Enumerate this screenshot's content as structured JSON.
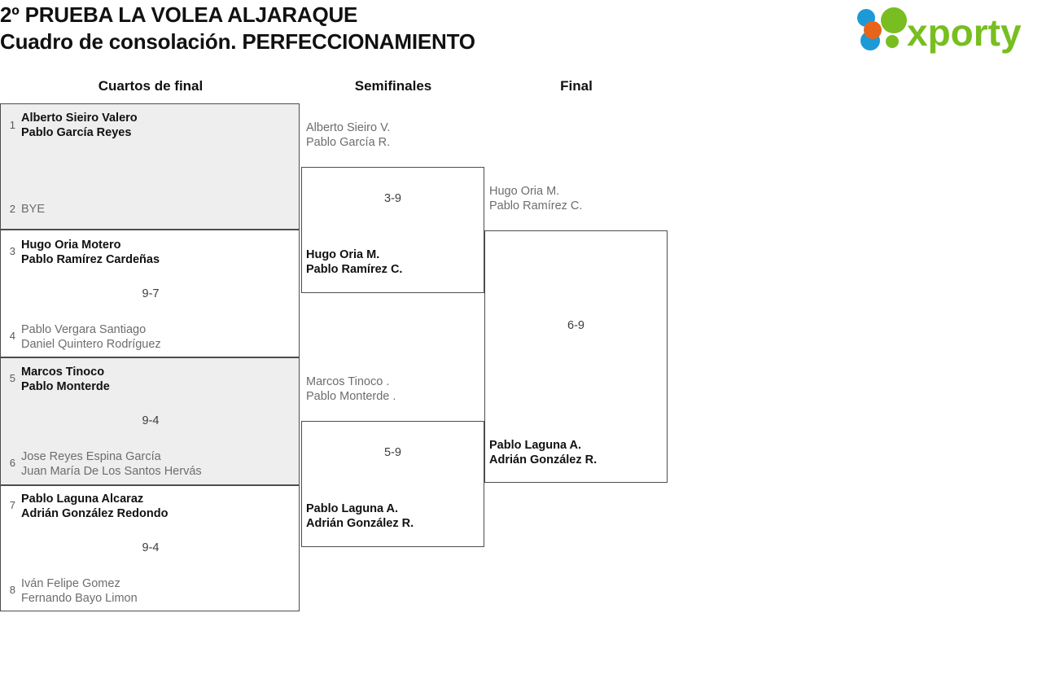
{
  "header": {
    "title_line_1": "2º PRUEBA LA VOLEA ALJARAQUE",
    "title_line_2": "Cuadro de consolación. PERFECCIONAMIENTO",
    "brand": "xporty",
    "brand_colors": {
      "green": "#78be20",
      "blue": "#1b9ad6",
      "orange": "#e8641a"
    }
  },
  "rounds": {
    "quarterfinals_label": "Cuartos de final",
    "semifinals_label": "Semifinales",
    "final_label": "Final"
  },
  "quarterfinals": [
    {
      "seed_top": "1",
      "top_line_1": "Alberto Sieiro Valero",
      "top_line_2": "Pablo García Reyes",
      "seed_bottom": "2",
      "bottom_line_1": "BYE",
      "bottom_line_2": "",
      "score": "",
      "winner": "top",
      "shaded": true
    },
    {
      "seed_top": "3",
      "top_line_1": "Hugo Oria Motero",
      "top_line_2": "Pablo Ramírez Cardeñas",
      "seed_bottom": "4",
      "bottom_line_1": "Pablo Vergara Santiago",
      "bottom_line_2": "Daniel Quintero Rodríguez",
      "score": "9-7",
      "winner": "top",
      "shaded": false
    },
    {
      "seed_top": "5",
      "top_line_1": "Marcos Tinoco",
      "top_line_2": "Pablo Monterde",
      "seed_bottom": "6",
      "bottom_line_1": "Jose Reyes Espina García",
      "bottom_line_2": "Juan María De Los Santos Hervás",
      "score": "9-4",
      "winner": "top",
      "shaded": true
    },
    {
      "seed_top": "7",
      "top_line_1": "Pablo Laguna Alcaraz",
      "top_line_2": "Adrián González Redondo",
      "seed_bottom": "8",
      "bottom_line_1": "Iván Felipe Gomez",
      "bottom_line_2": "Fernando Bayo Limon",
      "score": "9-4",
      "winner": "top",
      "shaded": false
    }
  ],
  "semifinals": [
    {
      "top_line_1": "Alberto Sieiro V.",
      "top_line_2": "Pablo García R.",
      "bottom_line_1": "Hugo Oria M.",
      "bottom_line_2": "Pablo Ramírez C.",
      "score": "3-9",
      "winner": "bottom"
    },
    {
      "top_line_1": "Marcos Tinoco .",
      "top_line_2": "Pablo Monterde .",
      "bottom_line_1": "Pablo Laguna A.",
      "bottom_line_2": "Adrián González R.",
      "score": "5-9",
      "winner": "bottom"
    }
  ],
  "final": {
    "top_line_1": "Hugo Oria M.",
    "top_line_2": "Pablo Ramírez C.",
    "bottom_line_1": "Pablo Laguna A.",
    "bottom_line_2": "Adrián González R.",
    "score": "6-9",
    "winner": "bottom"
  }
}
